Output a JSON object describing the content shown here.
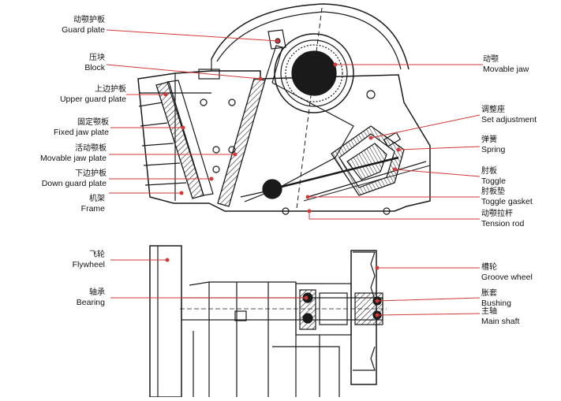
{
  "labels": {
    "guard_plate": {
      "cn": "动颚护板",
      "en": "Guard plate"
    },
    "block": {
      "cn": "压块",
      "en": "Block"
    },
    "upper_guard_plate": {
      "cn": "上边护板",
      "en": "Upper guard plate"
    },
    "fixed_jaw_plate": {
      "cn": "固定颚板",
      "en": "Fixed jaw plate"
    },
    "movable_jaw_plate": {
      "cn": "活动颚板",
      "en": "Movable jaw plate"
    },
    "down_guard_plate": {
      "cn": "下边护板",
      "en": "Down guard plate"
    },
    "frame": {
      "cn": "机架",
      "en": "Frame"
    },
    "movable_jaw": {
      "cn": "动颚",
      "en": "Movable jaw"
    },
    "set_adjustment": {
      "cn": "调整座",
      "en": "Set adjustment"
    },
    "spring": {
      "cn": "弹簧",
      "en": "Spring"
    },
    "toggle": {
      "cn": "肘板",
      "en": "Toggle"
    },
    "toggle_gasket": {
      "cn": "肘板垫",
      "en": "Toggle gasket"
    },
    "tension_rod": {
      "cn": "动颚拉杆",
      "en": "Tension rod"
    },
    "flywheel": {
      "cn": "飞轮",
      "en": "Flywheel"
    },
    "bearing": {
      "cn": "轴承",
      "en": "Bearing"
    },
    "groove_wheel": {
      "cn": "槽轮",
      "en": "Groove wheel"
    },
    "bushing": {
      "cn": "胀套",
      "en": "Bushing"
    },
    "main_shaft": {
      "cn": "主轴",
      "en": "Main shaft"
    }
  },
  "colors": {
    "line": "#1a1a1a",
    "leader": "#d23a3a",
    "bg": "#ffffff"
  }
}
